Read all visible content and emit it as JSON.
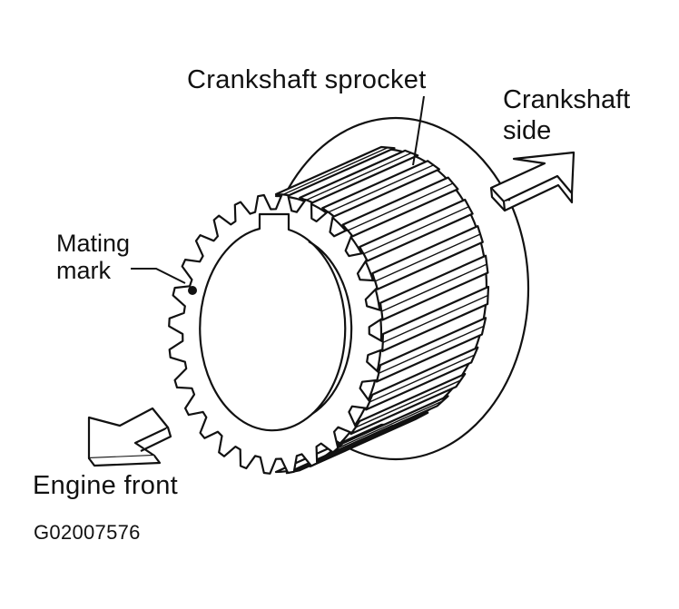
{
  "labels": {
    "sprocket": "Crankshaft sprocket",
    "side_line1": "Crankshaft",
    "side_line2": "side",
    "mating_line1": "Mating",
    "mating_line2": "mark",
    "front": "Engine front",
    "code": "G02007576"
  },
  "colors": {
    "ink": "#111111",
    "background": "#ffffff"
  },
  "gear": {
    "front_tooth_count": 28
  },
  "icons": [
    "arrow-toward-crankshaft-icon",
    "arrow-toward-engine-front-icon",
    "mating-mark-dot-icon"
  ]
}
